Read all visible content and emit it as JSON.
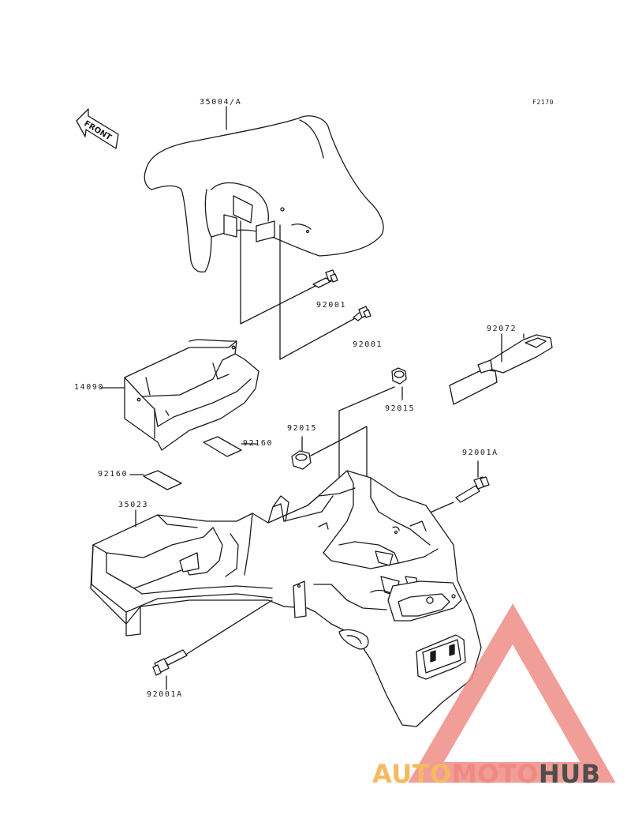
{
  "figure_code": "F2170",
  "front_arrow_text": "FRONT",
  "labels": {
    "front_fender": "35004/A",
    "bolt_upper": "92001",
    "bolt_lower": "92001",
    "strap": "92072",
    "battery_case": "14090",
    "nut_right": "92015",
    "nut_left": "92015",
    "pad_upper": "92160",
    "pad_lower": "92160",
    "bolt_rear_right": "92001A",
    "rear_fender": "35023",
    "bolt_rear_left": "92001A"
  },
  "watermark": {
    "part1": "AUTO",
    "part2": "MOTO",
    "part3": "HUB",
    "color1": "#f5b961",
    "color2": "#ef8a82",
    "color3": "#4d4d4d",
    "triangle_color": "#ee8c86"
  }
}
